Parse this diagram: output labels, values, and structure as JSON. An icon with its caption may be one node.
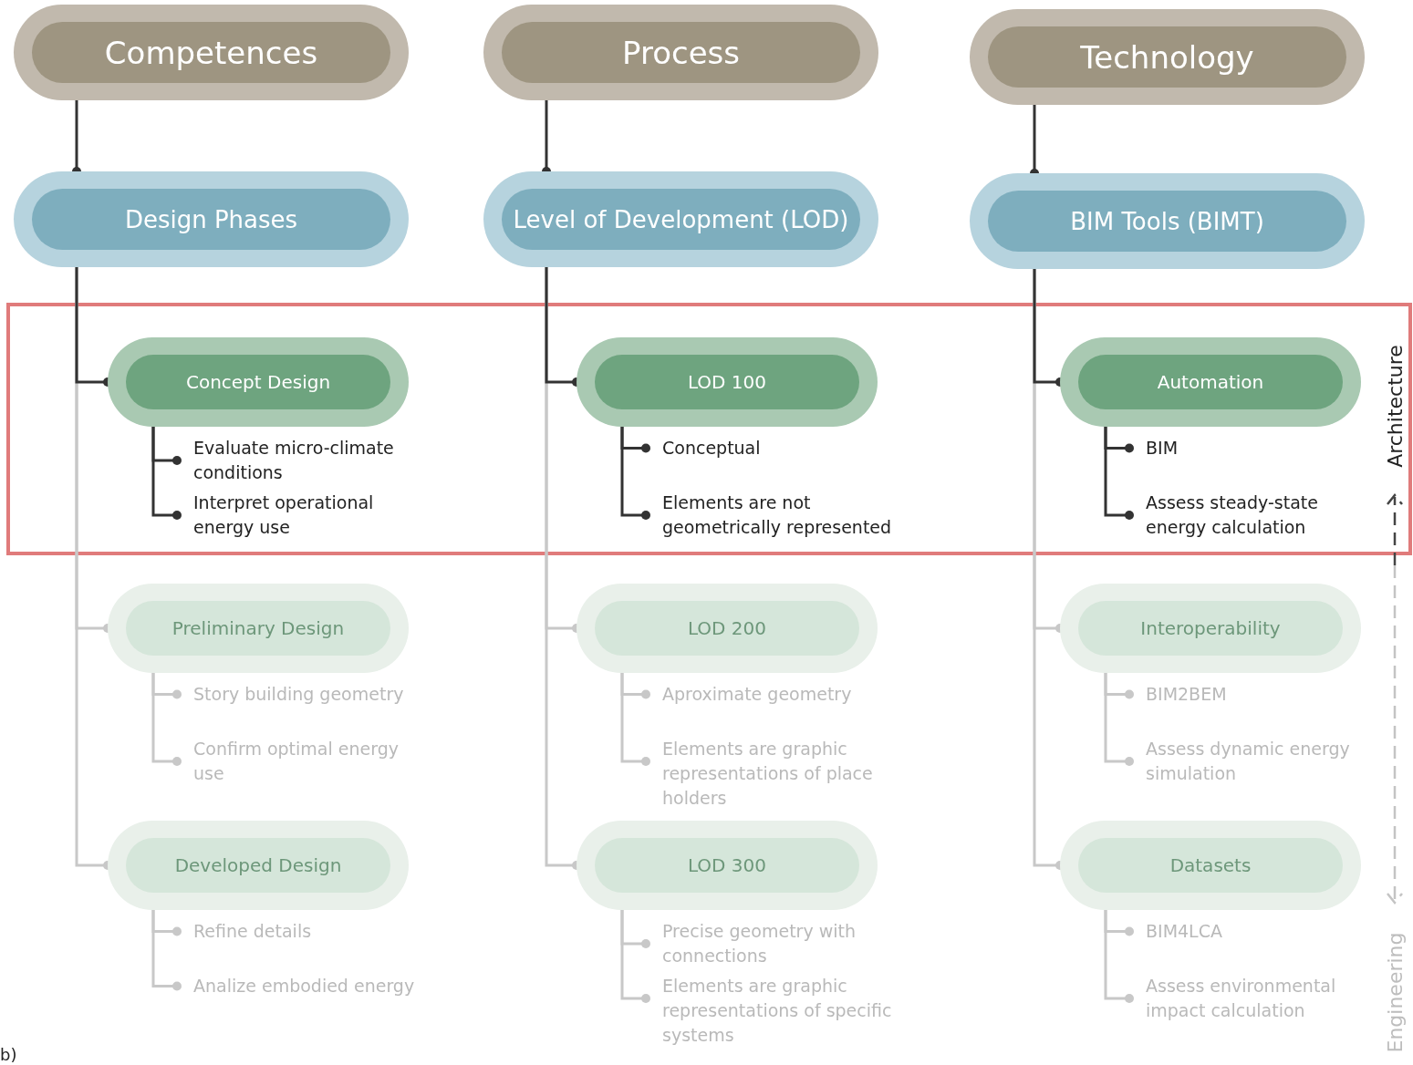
{
  "diagram": {
    "nodes": [
      {
        "text": [
          "Competences"
        ]
      },
      {
        "text": [
          "Design Phases"
        ]
      },
      {
        "text": [
          "Concept Design"
        ]
      },
      {
        "text": [
          "Evaluate micro-climate conditions"
        ]
      },
      {
        "text": [
          "Interpret operational energy use"
        ]
      },
      {
        "text": [
          "Preliminary Design"
        ]
      },
      {
        "text": [
          "Story building geometry"
        ]
      },
      {
        "text": [
          "Confirm optimal energy use"
        ]
      },
      {
        "text": [
          "Developed Design"
        ]
      },
      {
        "text": [
          "Refine details"
        ]
      },
      {
        "text": [
          "Analize embodied energy"
        ]
      },
      {
        "text": [
          "Process"
        ]
      },
      {
        "text": [
          "Level of Development (LOD)"
        ]
      },
      {
        "text": [
          "LOD 100"
        ]
      },
      {
        "text": [
          "Conceptual"
        ]
      },
      {
        "text": [
          "Elements are not geometrically represented"
        ]
      },
      {
        "text": [
          "LOD 200"
        ]
      },
      {
        "text": [
          "Aproximate geometry"
        ]
      },
      {
        "text": [
          "Elements are graphic representations of place holders"
        ]
      },
      {
        "text": [
          "LOD 300"
        ]
      },
      {
        "text": [
          "Precise geometry with connections"
        ]
      },
      {
        "text": [
          "Elements are graphic representations of specific systems"
        ]
      },
      {
        "text": [
          "Technology"
        ]
      },
      {
        "text": [
          "BIM Tools (BIMT)"
        ]
      },
      {
        "text": [
          "Automation"
        ]
      },
      {
        "text": [
          "BIM"
        ]
      },
      {
        "text": [
          "Assess steady-state energy calculation"
        ]
      },
      {
        "text": [
          "Interoperability"
        ]
      },
      {
        "text": [
          "BIM2BEM"
        ]
      },
      {
        "text": [
          "Assess dynamic energy simulation"
        ]
      },
      {
        "text": [
          "Datasets"
        ]
      },
      {
        "text": [
          "BIM4LCA"
        ]
      },
      {
        "text": [
          "Assess environmental impact calculation"
        ]
      }
    ],
    "edges": [
      {
        "from": 0,
        "to": 1,
        "arrow": "other",
        "color": "#333333"
      },
      {
        "from": 1,
        "to": 2,
        "arrow": "other",
        "color": "#333333"
      },
      {
        "from": 2,
        "to": 3,
        "arrow": "other",
        "color": "#333333"
      },
      {
        "from": 2,
        "to": 4,
        "arrow": "other",
        "color": "#333333"
      },
      {
        "from": 1,
        "to": 5,
        "arrow": "other"
      },
      {
        "from": 5,
        "to": 6,
        "arrow": "other"
      },
      {
        "from": 5,
        "to": 7,
        "arrow": "other"
      },
      {
        "from": 1,
        "to": 8,
        "arrow": "other"
      },
      {
        "from": 8,
        "to": 9,
        "arrow": "other"
      },
      {
        "from": 8,
        "to": 10,
        "arrow": "other"
      },
      {
        "from": 11,
        "to": 12,
        "arrow": "other",
        "color": "#333333"
      },
      {
        "from": 12,
        "to": 13,
        "arrow": "other",
        "color": "#333333"
      },
      {
        "from": 13,
        "to": 14,
        "arrow": "other",
        "color": "#333333"
      },
      {
        "from": 13,
        "to": 15,
        "arrow": "other",
        "color": "#333333"
      },
      {
        "from": 12,
        "to": 16,
        "arrow": "other"
      },
      {
        "from": 16,
        "to": 17,
        "arrow": "other"
      },
      {
        "from": 16,
        "to": 18,
        "arrow": "other"
      },
      {
        "from": 12,
        "to": 19,
        "arrow": "other"
      },
      {
        "from": 19,
        "to": 20,
        "arrow": "other"
      },
      {
        "from": 19,
        "to": 21,
        "arrow": "other"
      },
      {
        "from": 22,
        "to": 23,
        "arrow": "other",
        "color": "#333333"
      },
      {
        "from": 23,
        "to": 24,
        "arrow": "other",
        "color": "#333333"
      },
      {
        "from": 24,
        "to": 25,
        "arrow": "other",
        "color": "#333333"
      },
      {
        "from": 24,
        "to": 26,
        "arrow": "other",
        "color": "#333333"
      },
      {
        "from": 23,
        "to": 27,
        "arrow": "other"
      },
      {
        "from": 27,
        "to": 28,
        "arrow": "other"
      },
      {
        "from": 27,
        "to": 29,
        "arrow": "other"
      },
      {
        "from": 23,
        "to": 30,
        "arrow": "other"
      },
      {
        "from": 30,
        "to": 31,
        "arrow": "other"
      },
      {
        "from": 30,
        "to": 32,
        "arrow": "other"
      }
    ],
    "labels": [
      "Architecture",
      "Engineering",
      "b)"
    ]
  }
}
